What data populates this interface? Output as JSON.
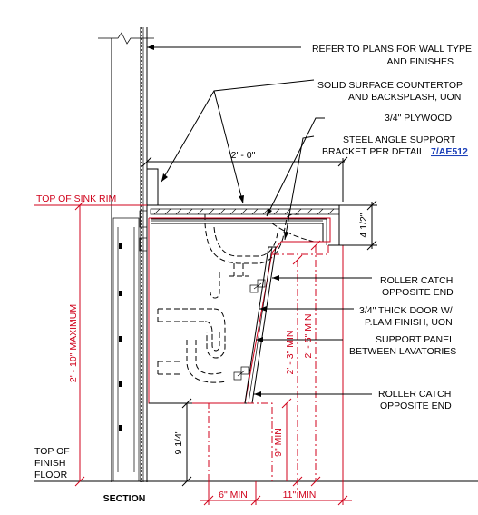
{
  "callouts": {
    "wall_line1": "REFER TO PLANS FOR WALL TYPE",
    "wall_line2": "AND FINISHES",
    "counter_line1": "SOLID SURFACE COUNTERTOP",
    "counter_line2": "AND BACKSPLASH, UON",
    "plywood": "3/4\" PLYWOOD",
    "bracket_line1": "STEEL ANGLE SUPPORT",
    "bracket_line2": "BRACKET PER DETAIL",
    "bracket_link": "7/AE512",
    "roller_top_line1": "ROLLER CATCH",
    "roller_top_line2": "OPPOSITE END",
    "door_line1": "3/4\" THICK DOOR W/",
    "door_line2": "P.LAM FINISH, UON",
    "panel_line1": "SUPPORT PANEL",
    "panel_line2": "BETWEEN LAVATORIES",
    "roller_bot_line1": "ROLLER CATCH",
    "roller_bot_line2": "OPPOSITE END"
  },
  "levels": {
    "sink_rim": "TOP OF SINK RIM",
    "floor_line1": "TOP OF",
    "floor_line2": "FINISH",
    "floor_line3": "FLOOR"
  },
  "dimensions": {
    "width_2_0": "2' - 0\"",
    "depth_4_half": "4 1/2\"",
    "height_max": "2' - 10\" MAXIMUM",
    "toe_9_quarter": "9 1/4\"",
    "knee_9_min": "9\" MIN",
    "knee_2_3_min": "2' - 3\" MIN",
    "knee_2_5_min": "2' - 5\" MIN",
    "toe_6_min": "6\" MIN",
    "knee_11_min": "11\" MIN"
  },
  "title": "SECTION",
  "colors": {
    "accessibility_red": "#d0021b",
    "link_blue": "#1a3fb8",
    "linework": "#000000"
  }
}
